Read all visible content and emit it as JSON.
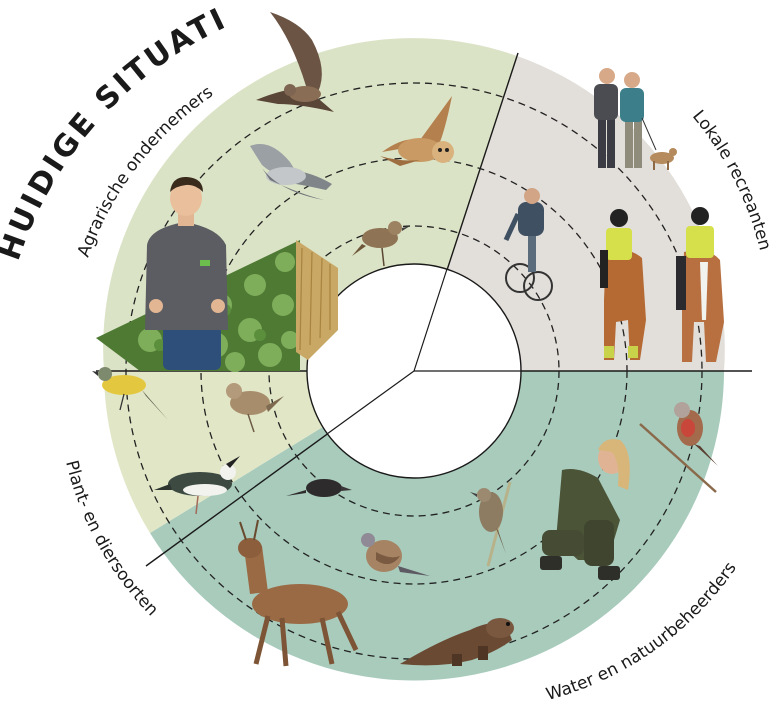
{
  "title": "HUIDIGE SITUATIE",
  "sectors": {
    "agrarische": {
      "label": "Agrarische ondernemers"
    },
    "lokale": {
      "label": "Lokale recreanten"
    },
    "water": {
      "label": "Water en natuurbeheerders"
    },
    "plant": {
      "label": "Plant- en diersoorten"
    }
  },
  "colors": {
    "agrarische": "#dbe3c6",
    "lokale": "#e2ded9",
    "water": "#a8cbbc",
    "plant": "#e0e6c6"
  },
  "icons": {
    "agrarische": [
      "farmer-figure",
      "cabbage-field-icon",
      "wheat-field-icon",
      "kestrel-icon",
      "harrier-icon",
      "owl-icon",
      "meadow-pipit-icon"
    ],
    "lokale": [
      "walking-couple-with-dog-icon",
      "cyclist-icon",
      "horse-rider-icon",
      "horse-rider-icon"
    ],
    "water": [
      "ranger-figure",
      "linnet-icon",
      "reed-warbler-icon",
      "turtle-dove-icon",
      "water-shrew-icon",
      "otter-icon"
    ],
    "plant": [
      "yellow-wagtail-icon",
      "skylark-icon",
      "lapwing-icon",
      "roe-deer-icon"
    ]
  }
}
